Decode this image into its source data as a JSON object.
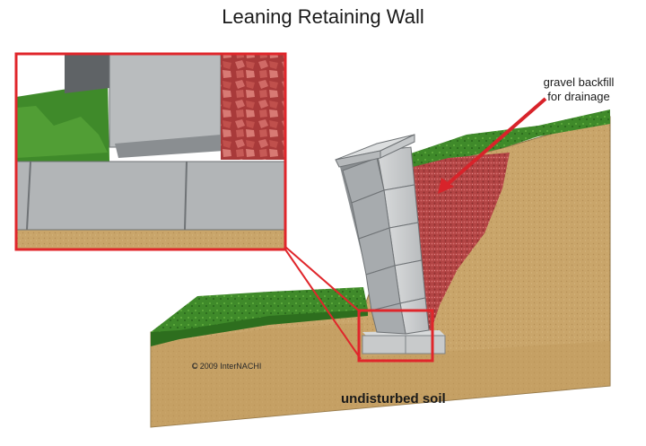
{
  "title": "Leaning Retaining Wall",
  "labels": {
    "gravel_line1": "gravel backfill",
    "gravel_line2": "for drainage",
    "soil": "undisturbed soil"
  },
  "copyright": {
    "symbol": "C",
    "text": "2009 InterNACHI"
  },
  "colors": {
    "soil": "#c9a56a",
    "grass": "#3f8a2a",
    "gravel": "#b04040",
    "block": "#c9cbcc",
    "highlight": "#e0262b",
    "arrow": "#d8232a"
  }
}
